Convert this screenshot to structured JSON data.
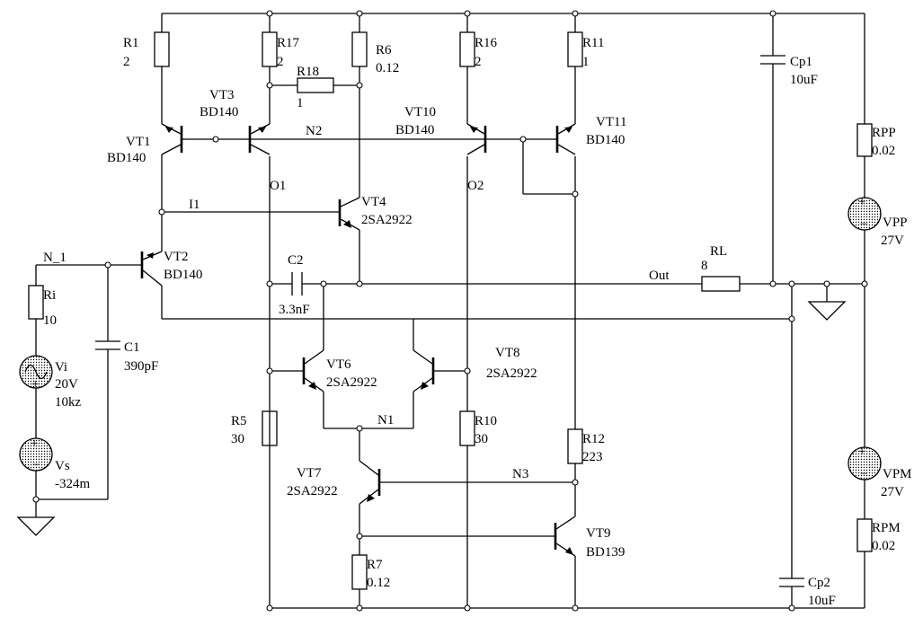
{
  "components": {
    "r1": {
      "name": "R1",
      "value": "2"
    },
    "r17": {
      "name": "R17",
      "value": "2"
    },
    "r18": {
      "name": "R18",
      "value": "1"
    },
    "r6": {
      "name": "R6",
      "value": "0.12"
    },
    "r16": {
      "name": "R16",
      "value": "2"
    },
    "r11": {
      "name": "R11",
      "value": "1"
    },
    "cp1": {
      "name": "Cp1",
      "value": "10uF"
    },
    "rpp": {
      "name": "RPP",
      "value": "0.02"
    },
    "vpp": {
      "name": "VPP",
      "value": "27V"
    },
    "vt1": {
      "name": "VT1",
      "value": "BD140"
    },
    "vt3": {
      "name": "VT3",
      "value": "BD140"
    },
    "vt10": {
      "name": "VT10",
      "value": "BD140"
    },
    "vt11": {
      "name": "VT11",
      "value": "BD140"
    },
    "vt4": {
      "name": "VT4",
      "value": "2SA2922"
    },
    "vt2": {
      "name": "VT2",
      "value": "BD140"
    },
    "c2": {
      "name": "C2",
      "value": "3.3nF"
    },
    "rl": {
      "name": "RL",
      "value": "8"
    },
    "ri": {
      "name": "Ri",
      "value": "10"
    },
    "c1": {
      "name": "C1",
      "value": "390pF"
    },
    "vi": {
      "name": "Vi",
      "value": "20V",
      "freq": "10kz"
    },
    "vs": {
      "name": "Vs",
      "value": "-324m"
    },
    "vt6": {
      "name": "VT6",
      "value": "2SA2922"
    },
    "vt8": {
      "name": "VT8",
      "value": "2SA2922"
    },
    "r5": {
      "name": "R5",
      "value": "30"
    },
    "r10": {
      "name": "R10",
      "value": "30"
    },
    "r12": {
      "name": "R12",
      "value": "223"
    },
    "vt7": {
      "name": "VT7",
      "value": "2SA2922"
    },
    "vt9": {
      "name": "VT9",
      "value": "BD139"
    },
    "r7": {
      "name": "R7",
      "value": "0.12"
    },
    "vpm": {
      "name": "VPM",
      "value": "27V"
    },
    "rpm": {
      "name": "RPM",
      "value": "0.02"
    },
    "cp2": {
      "name": "Cp2",
      "value": "10uF"
    }
  },
  "nets": {
    "n2": "N2",
    "o1": "O1",
    "o2": "O2",
    "i1": "I1",
    "n_1": "N_1",
    "out": "Out",
    "n1": "N1",
    "n3": "N3"
  }
}
